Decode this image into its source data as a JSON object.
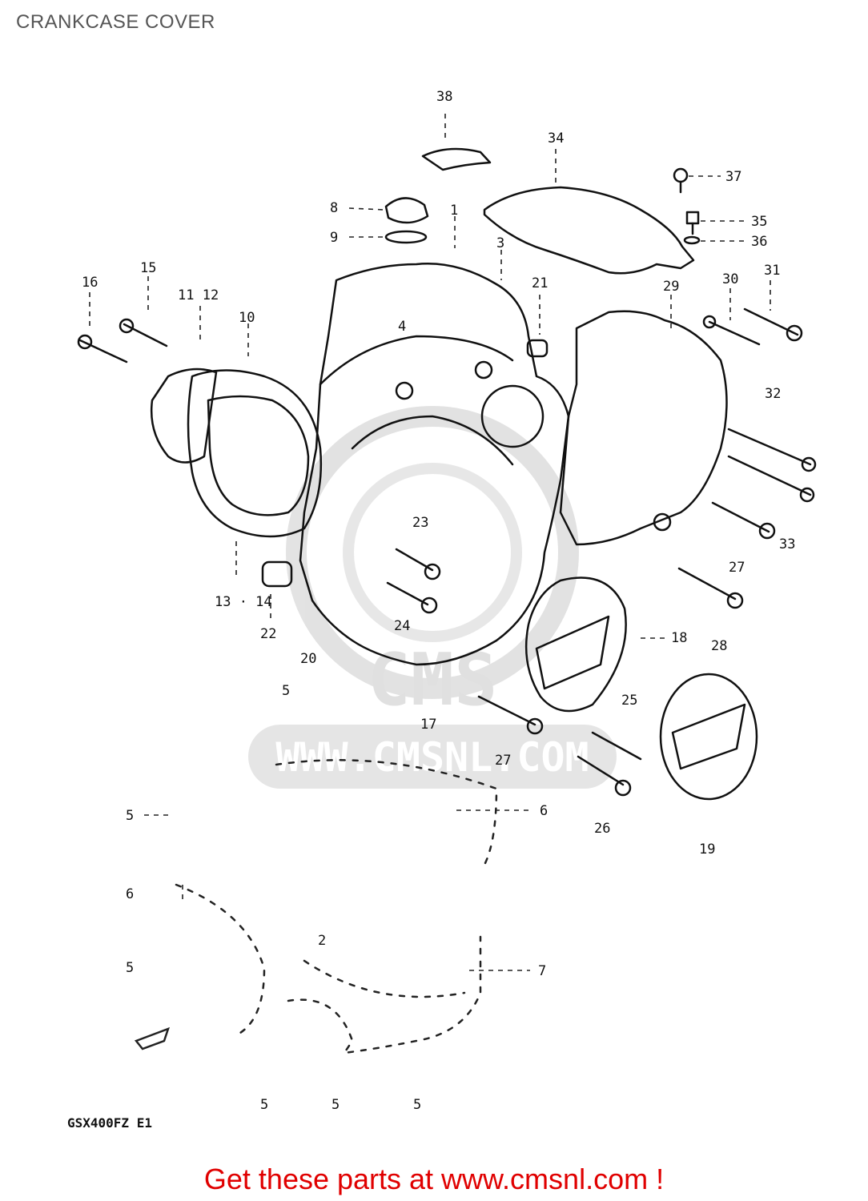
{
  "title": "CRANKCASE COVER",
  "model_code": "GSX400FZ E1",
  "promo_text": "Get these parts at www.cmsnl.com !",
  "watermark": {
    "brand": "CMS",
    "url": "WWW.CMSNL.COM"
  },
  "colors": {
    "promo": "#e00000",
    "ink": "#111111",
    "watermark": "#cccccc"
  },
  "callouts": {
    "c38": "38",
    "c34": "34",
    "c37": "37",
    "c8": "8",
    "c1": "1",
    "c35": "35",
    "c9": "9",
    "c36": "36",
    "c3": "3",
    "c15": "15",
    "c16": "16",
    "c11_12": "11  12",
    "c31": "31",
    "c30": "30",
    "c21": "21",
    "c29": "29",
    "c10": "10",
    "c4": "4",
    "c32": "32",
    "c23": "23",
    "c33": "33",
    "c27a": "27",
    "c13_14": "13 · 14",
    "c24": "24",
    "c22": "22",
    "c18": "18",
    "c28": "28",
    "c20": "20",
    "c5a": "5",
    "c25": "25",
    "c17": "17",
    "c27b": "27",
    "c5b": "5",
    "c6a": "6",
    "c26": "26",
    "c19": "19",
    "c6b": "6",
    "c2": "2",
    "c5c": "5",
    "c7": "7",
    "c5d": "5",
    "c5e": "5",
    "c5f": "5"
  }
}
